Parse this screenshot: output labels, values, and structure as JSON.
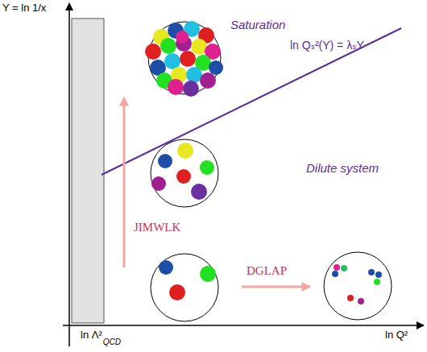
{
  "diagram": {
    "labels": [
      "Y = ln 1/x",
      "Saturation",
      "ln Qₛ²(Y) = λₛY",
      "Dilute system",
      "JIMWLK",
      "DGLAP",
      "ln Λ²",
      "QCD",
      "ln Q²"
    ]
  }
}
